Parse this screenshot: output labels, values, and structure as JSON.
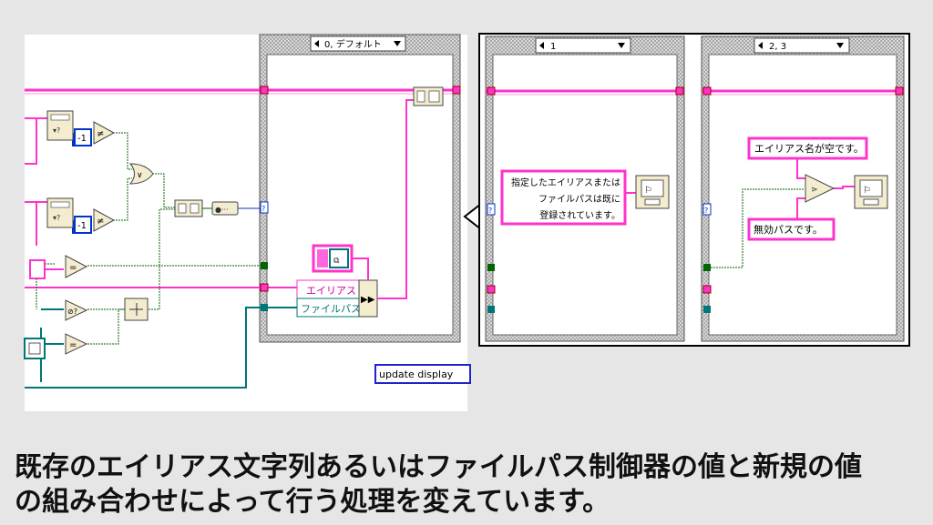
{
  "case_structures": {
    "main": {
      "selector": "0, デフォルト"
    },
    "case_1": {
      "selector": "1"
    },
    "case_2": {
      "selector": "2, 3"
    }
  },
  "constants": {
    "minus_one_top": "-1",
    "minus_one_bottom": "-1",
    "question_mark": "?"
  },
  "strings": {
    "alias_label": "エイリアス",
    "filepath_label": "ファイルパス",
    "already_registered_l1": "指定したエイリアスまたは",
    "already_registered_l2": "ファイルパスは既に",
    "already_registered_l3": "登録されています。",
    "alias_empty": "エイリアス名が空です。",
    "invalid_path": "無効パスです。",
    "update_display": "update display"
  },
  "caption": {
    "line1": "既存のエイリアス文字列あるいはファイルパス制御器の値と新規の値",
    "line2": "の組み合わせによって行う処理を変えています。"
  },
  "colors": {
    "string_wire": "#ff33cc",
    "boolean_wire": "#006600",
    "path_wire": "#007777",
    "numeric_wire": "#0033cc",
    "frame_gray": "#909090",
    "background": "#e6e6e6"
  }
}
